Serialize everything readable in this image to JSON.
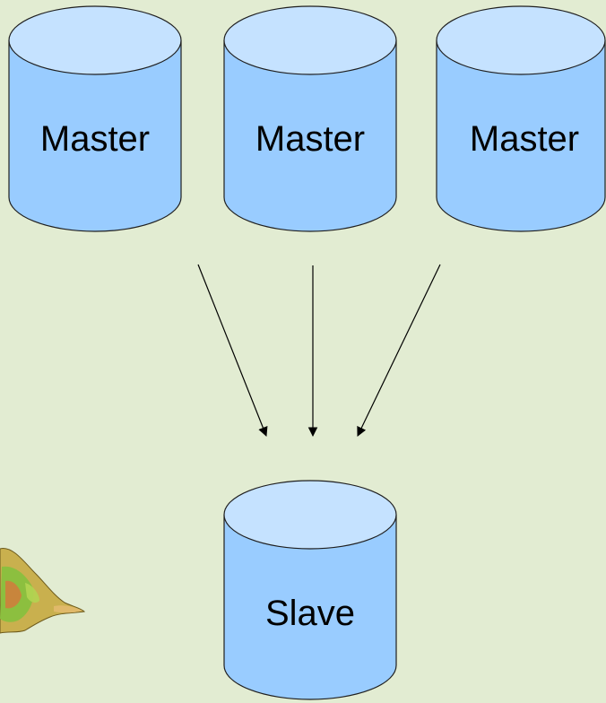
{
  "diagram": {
    "masters": [
      {
        "label": "Master"
      },
      {
        "label": "Master"
      },
      {
        "label": "Master"
      }
    ],
    "slave": {
      "label": "Slave"
    },
    "colors": {
      "background": "#e2ecd2",
      "cylinder_body": "#99ccff",
      "cylinder_top": "#c5e2ff",
      "stroke": "#1f1f1f",
      "arrow": "#000000"
    },
    "decoration": "tortoise-mascot"
  }
}
